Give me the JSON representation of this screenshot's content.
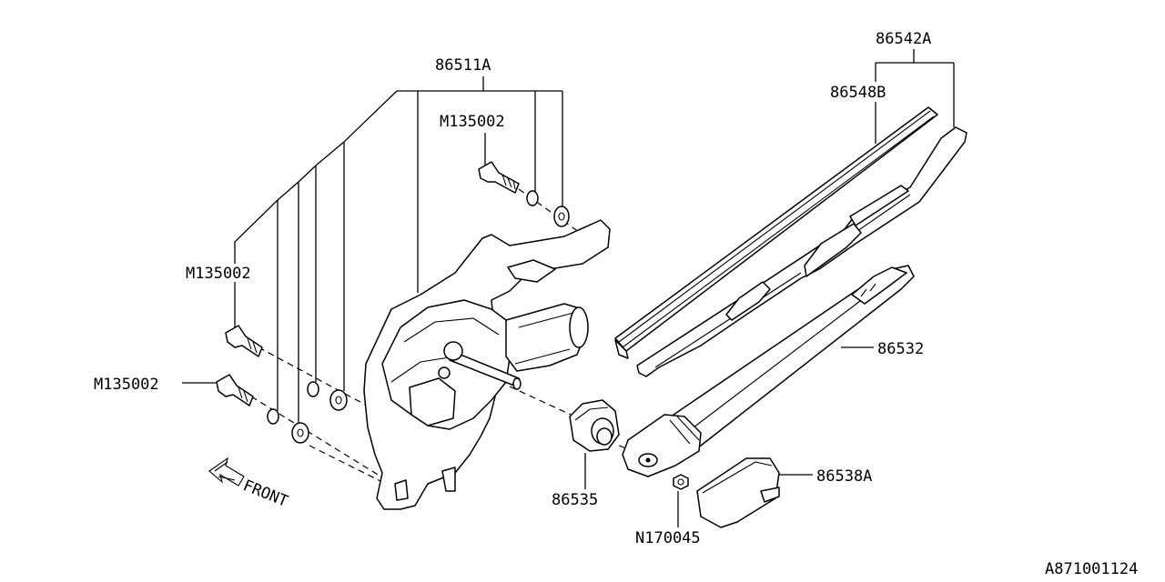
{
  "labels": {
    "motor_assy": "86511A",
    "bolt_top": "M135002",
    "bolt_left_upper": "M135002",
    "bolt_left_lower": "M135002",
    "blade_assy": "86542A",
    "blade_rubber": "86548B",
    "arm": "86532",
    "cap": "86535",
    "arm_cover": "86538A",
    "nut": "N170045",
    "front": "FRONT",
    "diagram_code": "A871001124"
  },
  "icons": [
    "front-arrow-icon"
  ]
}
